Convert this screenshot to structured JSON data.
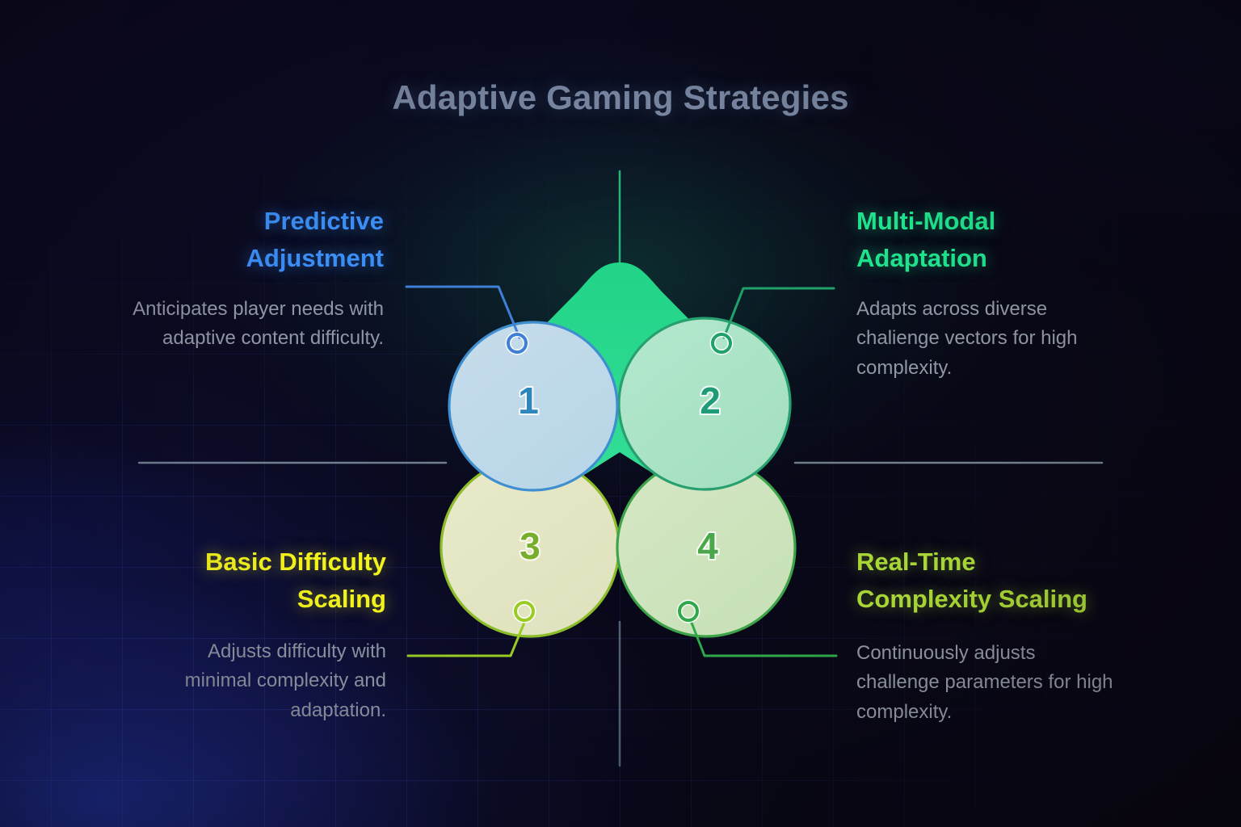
{
  "title": "Adaptive Gaming Strategies",
  "colors": {
    "accent_blue": "#3b8ef5",
    "accent_green": "#1fe28d",
    "accent_yellow": "#f2f21c",
    "accent_lime": "#a8d636",
    "title_gray": "#7c8aa6",
    "body_gray": "#9097a4",
    "tent_green": "#2bdd90"
  },
  "segments": [
    {
      "number": "1",
      "heading": "Predictive Adjustment",
      "description": "Anticipates player needs with adaptive content difficulty.",
      "fill": "#bed9e9",
      "stroke": "#3f8fd0",
      "number_color": "#2f86bd"
    },
    {
      "number": "2",
      "heading": "Multi-Modal Adaptation",
      "description": "Adapts across diverse chalienge vectors for high complexity.",
      "fill": "#abe3c6",
      "stroke": "#27a06f",
      "number_color": "#1f9b78"
    },
    {
      "number": "3",
      "heading": "Basic Difficulty Scaling",
      "description": "Adjusts difficulty with minimal complexity and adaptation.",
      "fill": "#e4e6c3",
      "stroke": "#8cbc2a",
      "number_color": "#79ad2c"
    },
    {
      "number": "4",
      "heading": "Real-Time Complexity Scaling",
      "description": "Continuously adjusts challenge parameters for high complexity.",
      "fill": "#cee4bd",
      "stroke": "#3da348",
      "number_color": "#4aa84a"
    }
  ]
}
